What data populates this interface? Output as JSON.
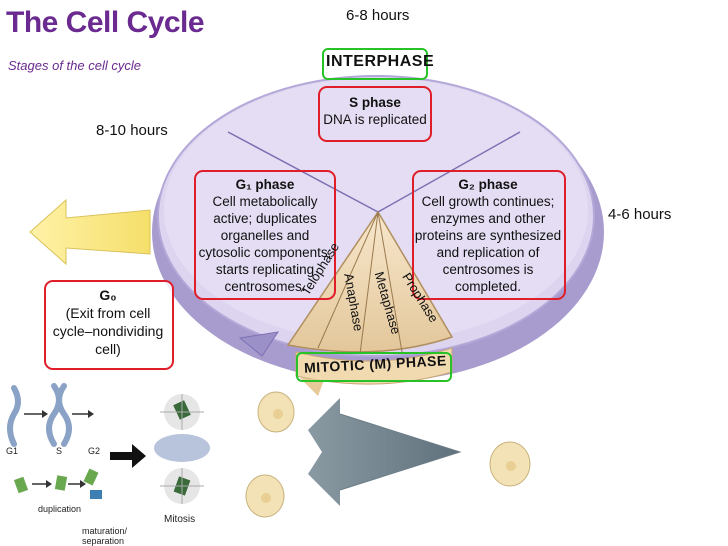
{
  "header": {
    "title": "The Cell Cycle",
    "subtitle": "Stages of the cell cycle"
  },
  "durations": {
    "interphase_top": "6-8 hours",
    "g1_left": "8-10 hours",
    "g2_right": "4-6 hours"
  },
  "phases": {
    "interphase": "INTERPHASE",
    "mitotic": "MITOTIC (M) PHASE",
    "s_phase": {
      "title": "S phase",
      "desc": "DNA is replicated"
    },
    "g1_phase": {
      "title": "G₁ phase",
      "lines": [
        "Cell metabolically",
        "active; duplicates",
        "organelles and",
        "cytosolic components;",
        "starts replicating",
        "centrosomes."
      ]
    },
    "g2_phase": {
      "title": "G₂ phase",
      "lines": [
        "Cell growth continues;",
        "enzymes and other",
        "proteins are synthesized",
        "and replication of",
        "centrosomes is",
        "completed."
      ]
    },
    "g0_phase": {
      "title": "G₀",
      "lines": [
        "(Exit from cell",
        "cycle–nondividing",
        "cell)"
      ]
    },
    "mitosis_stages": [
      "Telophase",
      "Anaphase",
      "Metaphase",
      "Prophase"
    ]
  },
  "inset": {
    "labels": [
      "G1",
      "S",
      "G2",
      "duplication",
      "maturation/",
      "separation",
      "Mitosis"
    ]
  },
  "colors": {
    "title": "#6b2a8f",
    "wheel": "#d8d0ec",
    "wheel_edge": "#9b8fc6",
    "box_border": "#e01e2a",
    "highlight_border": "#27c227",
    "wedge": "#f2d9b3"
  }
}
